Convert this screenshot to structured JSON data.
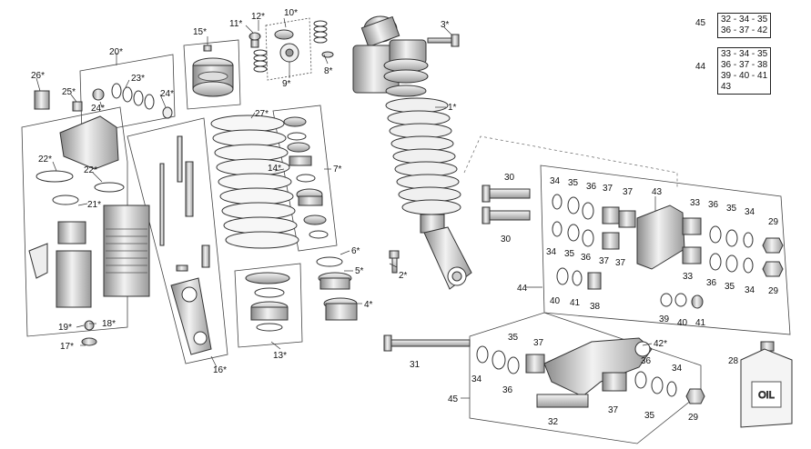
{
  "legend": {
    "group45": {
      "id": "45",
      "lines": [
        "32 - 34 - 35",
        "36 - 37 - 42"
      ]
    },
    "group44": {
      "id": "44",
      "lines": [
        "33 - 34 - 35",
        "36 - 37 - 38",
        "39 - 40 - 41",
        "43"
      ]
    }
  },
  "oil_label": "OIL",
  "callouts": {
    "c1": "1*",
    "c2": "2*",
    "c3": "3*",
    "c4": "4*",
    "c5": "5*",
    "c6": "6*",
    "c7": "7*",
    "c8": "8*",
    "c9": "9*",
    "c10": "10*",
    "c11": "11*",
    "c12": "12*",
    "c13": "13*",
    "c14": "14*",
    "c15": "15*",
    "c16": "16*",
    "c17": "17*",
    "c18": "18*",
    "c19": "19*",
    "c20": "20*",
    "c21": "21*",
    "c22a": "22*",
    "c22b": "22*",
    "c23": "23*",
    "c24a": "24*",
    "c24b": "24*",
    "c25": "25*",
    "c26": "26*",
    "c27": "27*",
    "c28": "28",
    "c29a": "29",
    "c29b": "29",
    "c29c": "29",
    "c30a": "30",
    "c30b": "30",
    "c31": "31",
    "c32": "32",
    "c33a": "33",
    "c33b": "33",
    "c34a": "34",
    "c34b": "34",
    "c34c": "34",
    "c34d": "34",
    "c34e": "34",
    "c34f": "34",
    "c35a": "35",
    "c35b": "35",
    "c35c": "35",
    "c35d": "35",
    "c35e": "35",
    "c35f": "35",
    "c36a": "36",
    "c36b": "36",
    "c36c": "36",
    "c36d": "36",
    "c36e": "36",
    "c36f": "36",
    "c37a": "37",
    "c37b": "37",
    "c37c": "37",
    "c37d": "37",
    "c37e": "37",
    "c37f": "37",
    "c38": "38",
    "c39": "39",
    "c40a": "40",
    "c40b": "40",
    "c41a": "41",
    "c41b": "41",
    "c42": "42*",
    "c43": "43",
    "c44": "44",
    "c45": "45"
  }
}
